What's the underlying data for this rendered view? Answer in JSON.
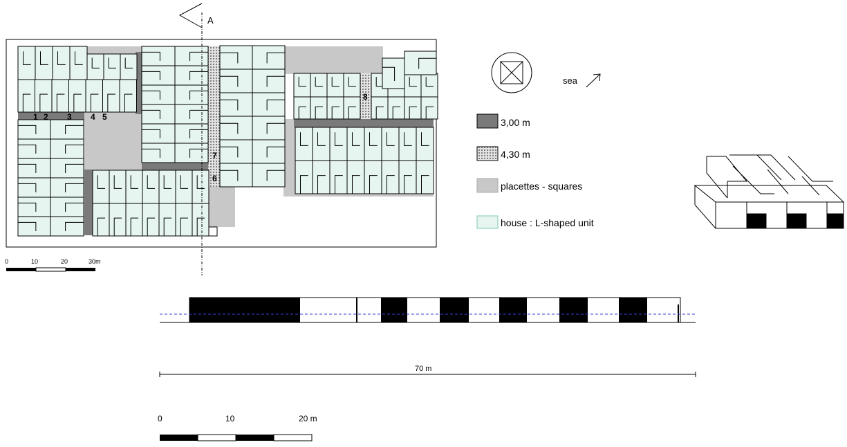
{
  "section_marker": {
    "label": "A"
  },
  "plan": {
    "building_numbers": [
      "1",
      "2",
      "3",
      "4",
      "5",
      "6",
      "7",
      "8"
    ],
    "scale_bar": {
      "ticks": [
        "0",
        "10",
        "20",
        "30m"
      ]
    }
  },
  "orientation": {
    "sea_label": "sea"
  },
  "legend": {
    "items": [
      {
        "label": "3,00 m",
        "color": "#7a7a7a"
      },
      {
        "label": "4,30 m",
        "color": "#c8c8c8"
      },
      {
        "label": "placettes - squares",
        "color": "#c8c8c8"
      },
      {
        "label": "house : L-shaped unit",
        "color": "#e6f5f0"
      }
    ]
  },
  "section": {
    "dimension_label": "70 m"
  },
  "section_scale": {
    "ticks": [
      "0",
      "10",
      "20 m"
    ]
  },
  "colors": {
    "house": "#e6f5f0",
    "square": "#c8c8c8",
    "street_3m": "#7a7a7a",
    "street_430": "#c8c8c8",
    "ink": "#000000"
  }
}
